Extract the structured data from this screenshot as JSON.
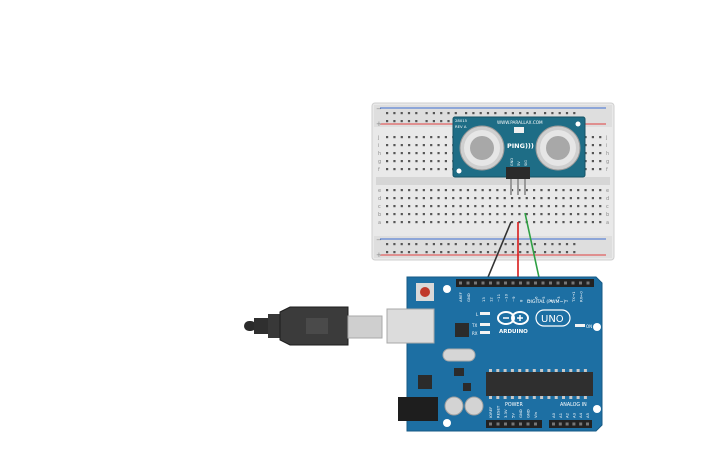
{
  "sensor": {
    "brand": "WWW.PARALLAX.COM",
    "model": "PING)))",
    "code_a": "28015",
    "code_b": "REV A",
    "pin_gnd": "GND",
    "pin_5v": "5V",
    "pin_sig": "SIG"
  },
  "arduino": {
    "name": "ARDUINO",
    "model": "UNO",
    "digital_label": "DIGITAL (PWM~)",
    "power_label": "POWER",
    "analog_label": "ANALOG IN",
    "on_label": "ON",
    "tx_label": "TX",
    "rx_label": "RX",
    "l_label": "L",
    "aref": "AREF",
    "gnd": "GND",
    "top_pins": [
      "13",
      "12",
      "~11",
      "~10",
      "~9",
      "8",
      "7",
      "~6",
      "~5",
      "4",
      "~3",
      "2",
      "TX→1",
      "RX←0"
    ],
    "power_pins": [
      "IOREF",
      "RESET",
      "3.3V",
      "5V",
      "GND",
      "GND",
      "Vin"
    ],
    "analog_pins": [
      "A0",
      "A1",
      "A2",
      "A3",
      "A4",
      "A5"
    ]
  },
  "breadboard": {
    "row_letters_top": [
      "j",
      "i",
      "h",
      "g",
      "f"
    ],
    "row_letters_bottom": [
      "e",
      "d",
      "c",
      "b",
      "a"
    ],
    "plus": "+",
    "minus": "−"
  },
  "colors": {
    "board_blue": "#1d6fa3",
    "sensor_teal": "#1e6d86",
    "wire_black": "#333333",
    "wire_red": "#d81b1b",
    "wire_green": "#2ea043",
    "rail_red": "#e04040",
    "rail_blue": "#3d6fd1"
  }
}
